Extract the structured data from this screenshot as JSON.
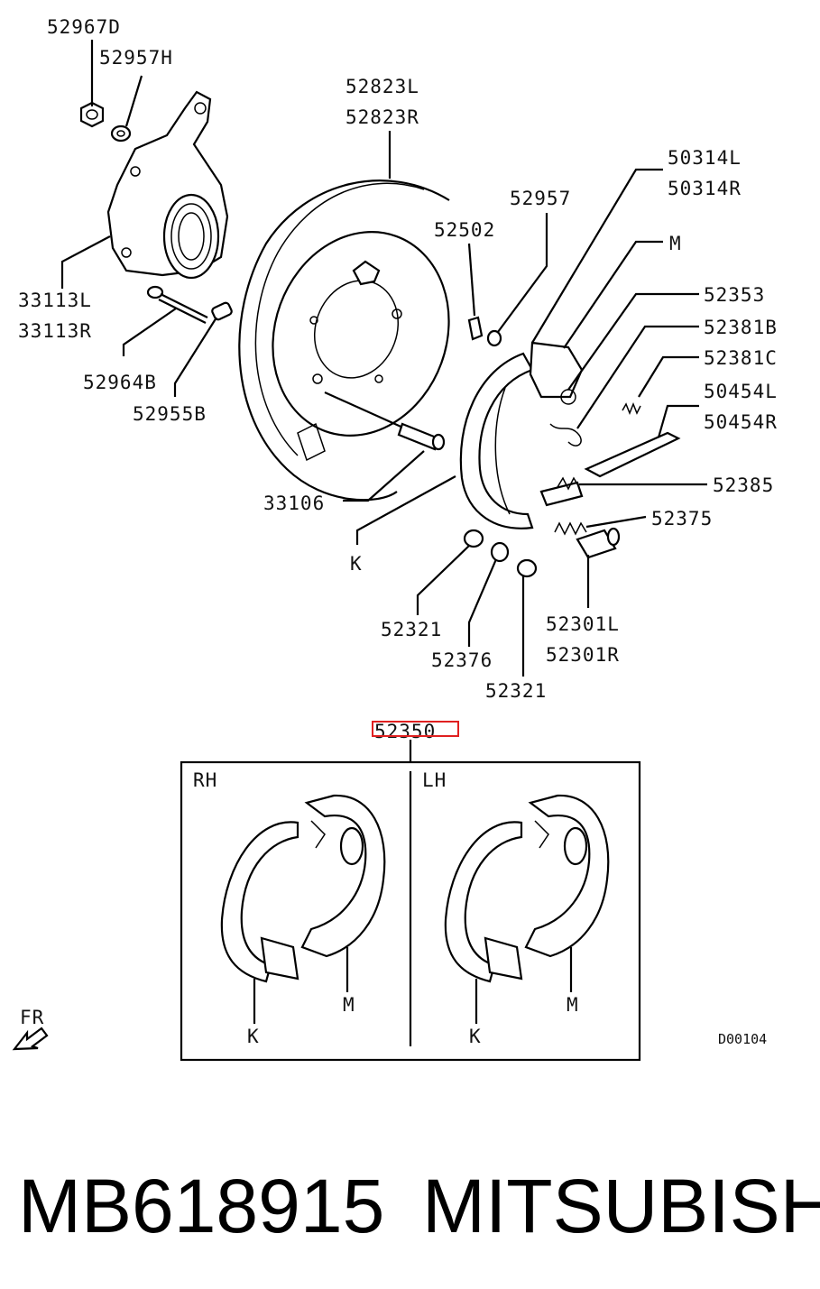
{
  "labels": {
    "l_52967D": "52967D",
    "l_52957H": "52957H",
    "l_52823L": "52823L",
    "l_52823R": "52823R",
    "l_50314L": "50314L",
    "l_50314R": "50314R",
    "l_52957": "52957",
    "l_52502": "52502",
    "l_M_top": "M",
    "l_52353": "52353",
    "l_33113L": "33113L",
    "l_33113R": "33113R",
    "l_52381B": "52381B",
    "l_52381C": "52381C",
    "l_52964B": "52964B",
    "l_50454L": "50454L",
    "l_50454R": "50454R",
    "l_52955B": "52955B",
    "l_52385": "52385",
    "l_33106": "33106",
    "l_52375": "52375",
    "l_K_top": "K",
    "l_52321a": "52321",
    "l_52301L": "52301L",
    "l_52301R": "52301R",
    "l_52376": "52376",
    "l_52321b": "52321",
    "l_52350": "52350",
    "l_RH": "RH",
    "l_LH": "LH",
    "l_M_rh": "M",
    "l_K_rh": "K",
    "l_M_lh": "M",
    "l_K_lh": "K",
    "l_FR": "FR",
    "l_code": "D00104"
  },
  "footer": {
    "part_number": "MB618915",
    "brand": "MITSUBISHI"
  },
  "colors": {
    "line": "#000000",
    "highlight": "#e02020"
  }
}
